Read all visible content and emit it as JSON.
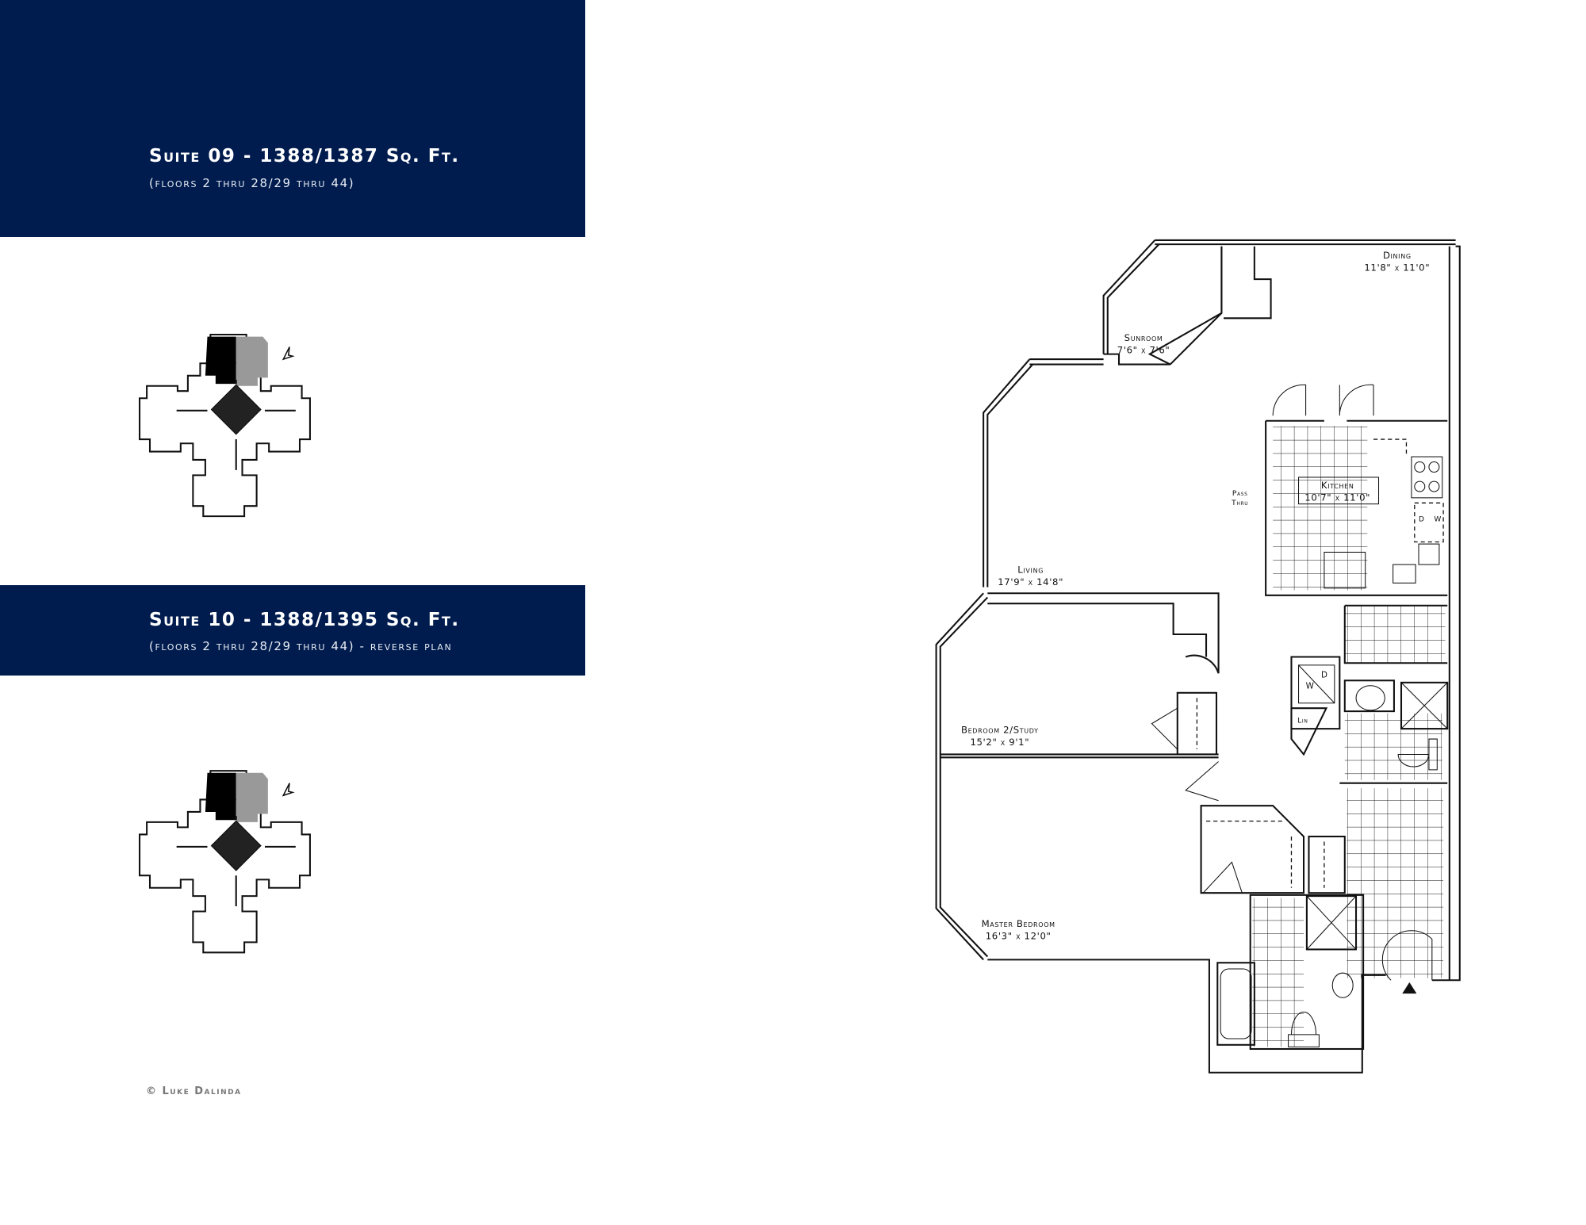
{
  "suites": [
    {
      "title": "Suite 09 - 1388/1387 Sq. Ft.",
      "subtitle": "(floors 2 thru 28/29 thru 44)"
    },
    {
      "title": "Suite 10 - 1388/1395 Sq. Ft.",
      "subtitle": "(floors 2 thru 28/29 thru 44) - reverse plan"
    }
  ],
  "colors": {
    "banner": "#001c4e",
    "highlight_suite_09": "#000000",
    "highlight_suite_10": "#999999"
  },
  "key_plan": {
    "north_icon": "north-arrow-icon"
  },
  "rooms": [
    {
      "name": "Dining",
      "size": "11'8\" x 11'0\""
    },
    {
      "name": "Sunroom",
      "size": "7'6\" x 7'6\""
    },
    {
      "name": "Kitchen",
      "size": "10'7\" x 11'0\""
    },
    {
      "name": "Living",
      "size": "17'9\" x 14'8\""
    },
    {
      "name": "Bedroom 2/Study",
      "size": "15'2\" x 9'1\""
    },
    {
      "name": "Master Bedroom",
      "size": "16'3\" x 12'0\""
    }
  ],
  "labels": {
    "pass_thru_1": "Pass",
    "pass_thru_2": "Thru",
    "washer": "W",
    "dryer": "D",
    "linen": "Lin",
    "dw_d": "D",
    "dw_w": "W"
  },
  "copyright": "© Luke Dalinda"
}
